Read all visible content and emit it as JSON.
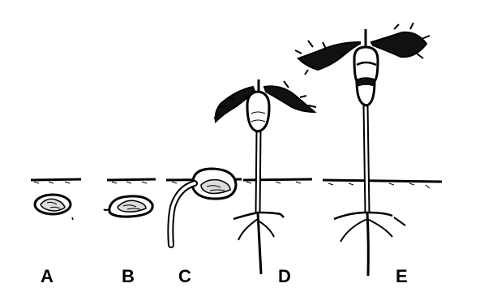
{
  "stages": [
    {
      "id": "A",
      "label": "A"
    },
    {
      "id": "B",
      "label": "B"
    },
    {
      "id": "C",
      "label": "C"
    },
    {
      "id": "D",
      "label": "D"
    },
    {
      "id": "E",
      "label": "E"
    }
  ],
  "colors": {
    "ink": "#000000",
    "background": "#ffffff",
    "seed_fill": "#dcdcdc"
  }
}
